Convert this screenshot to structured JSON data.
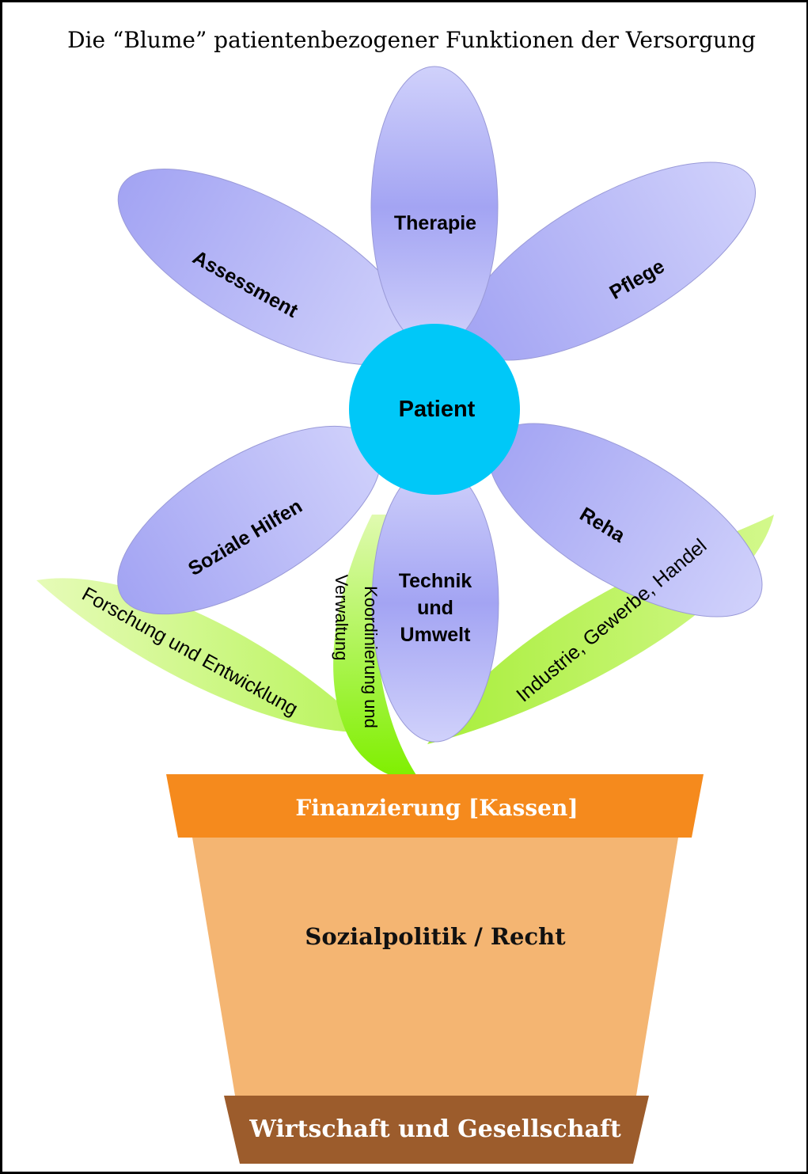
{
  "title": "Die “Blume” patientenbezogener Funktionen der Versorgung",
  "center": {
    "label": "Patient",
    "color": "#00c8f8"
  },
  "petals": {
    "therapie": "Therapie",
    "pflege": "Pflege",
    "assessment": "Assessment",
    "soziale_hilfen": "Soziale Hilfen",
    "reha": "Reha",
    "technik_lines": [
      "Technik",
      "und",
      "Umwelt"
    ]
  },
  "leaves": {
    "forschung": "Forschung und Entwicklung",
    "koordinierung_lines": [
      "Koordinierung und",
      "Verwaltung"
    ],
    "industrie": "Industrie, Gewerbe, Handel"
  },
  "pot": {
    "rim_label": "Finanzierung [Kassen]",
    "body_label": "Sozialpolitik / Recht",
    "base_label": "Wirtschaft und Gesellschaft"
  },
  "colors": {
    "petal_fill": "#a7a8f2",
    "petal_light": "#cfd0fb",
    "petal_stroke": "#9a9ad8",
    "leaf_light": "#e4fbb6",
    "leaf_dark": "#8ef000",
    "pot_rim": "#f58a1d",
    "pot_body": "#f4b572",
    "pot_base": "#9c5c2c"
  }
}
